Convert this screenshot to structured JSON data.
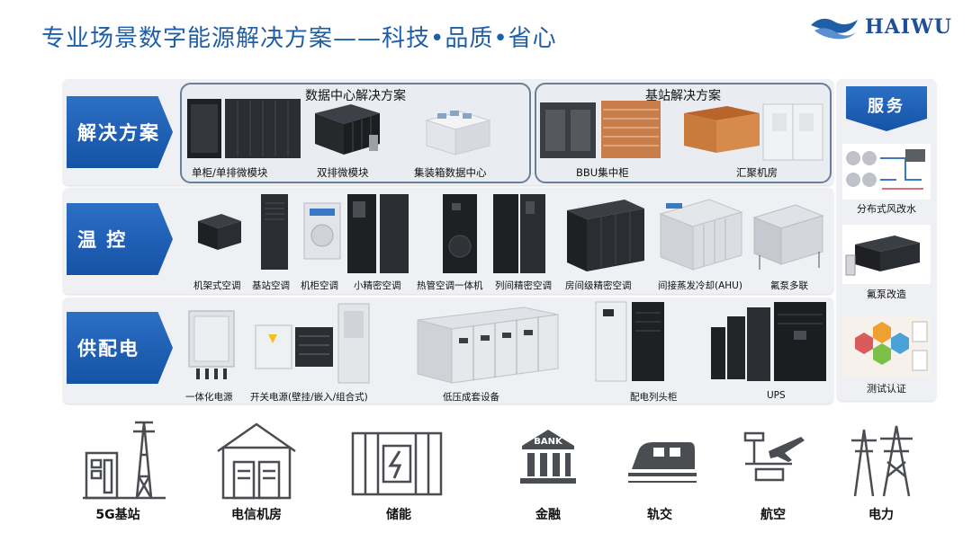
{
  "header": {
    "title": "专业场景数字能源解决方案——科技•品质•省心",
    "brand": "HAIWU"
  },
  "rows": {
    "solutions": {
      "label": "解决方案",
      "data_center": {
        "title": "数据中心解决方案",
        "items": [
          "单柜/单排微模块",
          "双排微模块",
          "集装箱数据中心"
        ]
      },
      "base_station": {
        "title": "基站解决方案",
        "items": [
          "BBU集中柜",
          "汇聚机房"
        ]
      }
    },
    "temperature": {
      "label": "温 控",
      "items": [
        "机架式空调",
        "基站空调",
        "机柜空调",
        "小精密空调",
        "热管空调一体机",
        "列间精密空调",
        "房间级精密空调",
        "间接蒸发冷却(AHU)",
        "氟泵多联"
      ]
    },
    "power": {
      "label": "供配电",
      "items": [
        "一体化电源",
        "开关电源(壁挂/嵌入/组合式)",
        "低压成套设备",
        "配电列头柜",
        "UPS"
      ]
    }
  },
  "service": {
    "title": "服务",
    "items": [
      "分布式风改水",
      "氟泵改造",
      "测试认证"
    ]
  },
  "industries": [
    "5G基站",
    "电信机房",
    "储能",
    "金融",
    "轨交",
    "航空",
    "电力"
  ],
  "icons": {
    "bank_sign": "BANK"
  },
  "colors": {
    "accent": "#1f5fa8",
    "label_blue": "#1553a6",
    "panel": "#eef0f3",
    "cabinet": "#2a2d31"
  }
}
